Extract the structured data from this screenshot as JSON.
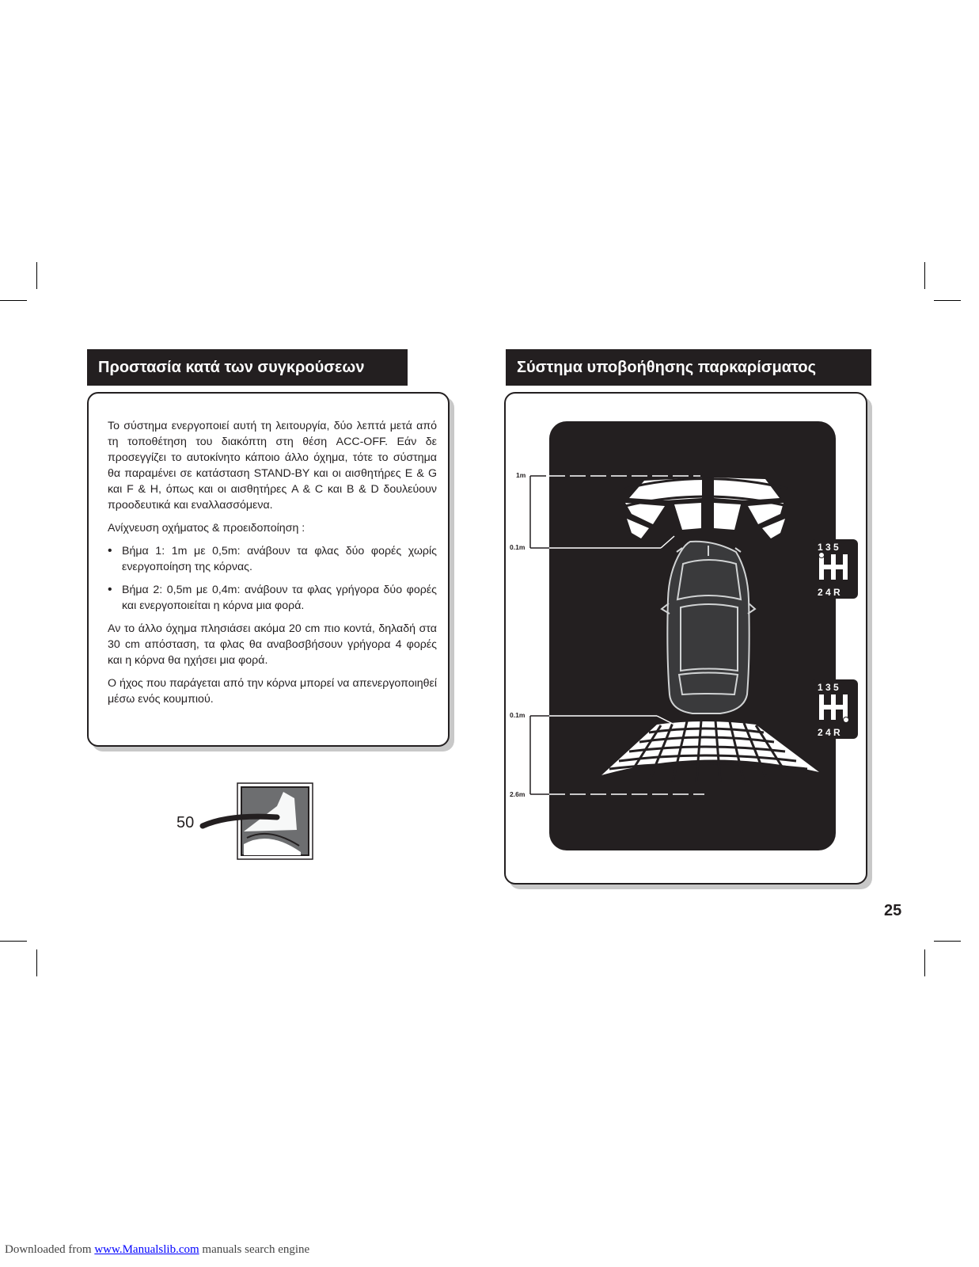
{
  "left_section": {
    "title": "Προστασία κατά των συγκρούσεων",
    "paragraph_1": "Το σύστημα ενεργοποιεί αυτή τη λειτουργία, δύο λεπτά μετά από τη τοποθέτηση του διακόπτη στη θέση ACC-OFF. Εάν δε προσεγγίζει το αυτοκίνητο κάποιο άλλο όχημα, τότε το σύστημα θα παραμένει σε κατάσταση STAND-BY και οι αισθητήρες  E & G και F & H, όπως και οι αισθητήρες  A & C και B & D δουλεύουν προοδευτικά και εναλλασσόμενα.",
    "intro": "Ανίχνευση οχήματος & προειδοποίηση :",
    "bullets": [
      "Βήμα 1: 1m με 0,5m: ανάβουν τα φλας δύο φορές χωρίς ενεργοποίηση της κόρνας.",
      "Βήμα 2: 0,5m με 0,4m: ανάβουν τα φλας γρήγορα δύο φορές και ενεργοποιείται η κόρνα μια φορά."
    ],
    "paragraph_2": "Αν το άλλο όχημα πλησιάσει ακόμα 20 cm πιο κοντά, δηλαδή στα 30 cm απόσταση, τα φλας θα αναβοσβήσουν γρήγορα 4 φορές και η κόρνα θα ηχήσει μια φορά.",
    "paragraph_3": "Ο ήχος που παράγεται από την κόρνα μπορεί να απενεργοποιηθεί μέσω ενός κουμπιού.",
    "reference_number": "50"
  },
  "right_section": {
    "title": "Σύστημα υποβοήθησης παρκαρίσματος",
    "front_labels": {
      "far": "1m",
      "near": "0.1m"
    },
    "rear_labels": {
      "near": "0.1m",
      "far": "2.6m"
    },
    "gear_top": {
      "digits": "1 3 5",
      "bottom": "2 4 R"
    },
    "gear_bottom": {
      "digits": "1 3 5",
      "bottom": "2 4 R"
    }
  },
  "page_number": "25",
  "footer": {
    "prefix": "Downloaded from ",
    "link": "www.Manualslib.com",
    "suffix": " manuals search engine"
  }
}
